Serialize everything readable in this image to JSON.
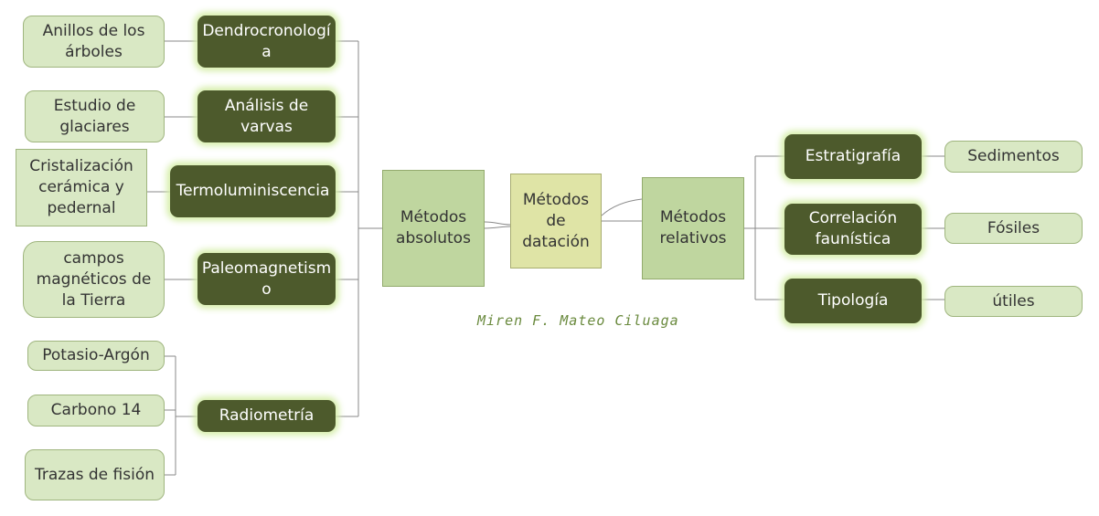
{
  "center": {
    "label": "Métodos de datación"
  },
  "absolutos": {
    "label": "Métodos absolutos",
    "methods": [
      {
        "label": "Dendrocronología",
        "examples": [
          "Anillos de los árboles"
        ]
      },
      {
        "label": "Análisis de varvas",
        "examples": [
          "Estudio de glaciares"
        ]
      },
      {
        "label": "Termoluminiscencia",
        "examples": [
          "Cristalización cerámica y pedernal"
        ]
      },
      {
        "label": "Paleomagnetismo",
        "examples": [
          "campos magnéticos de la Tierra"
        ]
      },
      {
        "label": "Radiometría",
        "examples": [
          "Potasio-Argón",
          "Carbono 14",
          "Trazas de fisión"
        ]
      }
    ]
  },
  "relativos": {
    "label": "Métodos relativos",
    "methods": [
      {
        "label": "Estratigrafía",
        "examples": [
          "Sedimentos"
        ]
      },
      {
        "label": "Correlación faunística",
        "examples": [
          "Fósiles"
        ]
      },
      {
        "label": "Tipología",
        "examples": [
          "útiles"
        ]
      }
    ]
  },
  "author": "Miren F. Mateo Ciluaga",
  "colors": {
    "method_fill": "#4d5a2c",
    "method_glow": "#d6eeaa",
    "leaf_fill": "#d9e8c4",
    "main_fill": "#bfd69f",
    "center_fill": "#dfe4a6",
    "line": "#8a8a8a"
  }
}
